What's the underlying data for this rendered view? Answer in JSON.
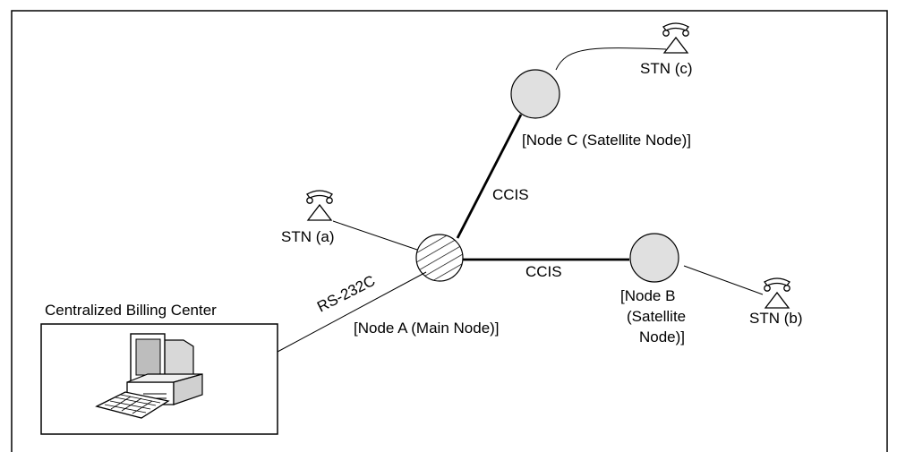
{
  "diagram": {
    "billing_center_label": "Centralized Billing Center",
    "rs232_label": "RS-232C",
    "node_a_label": "[Node A (Main Node)]",
    "node_b_label_lines": [
      "[Node B",
      "(Satellite",
      "Node)]"
    ],
    "node_c_label": "[Node C (Satellite Node)]",
    "ccis_label_c": "CCIS",
    "ccis_label_b": "CCIS",
    "stn_a_label": "STN (a)",
    "stn_b_label": "STN (b)",
    "stn_c_label": "STN (c)"
  },
  "icons": [
    "telephone-icon",
    "computer-icon"
  ],
  "colors": {
    "line": "#000000",
    "node_fill": "#e0e0e0",
    "background": "#ffffff"
  }
}
